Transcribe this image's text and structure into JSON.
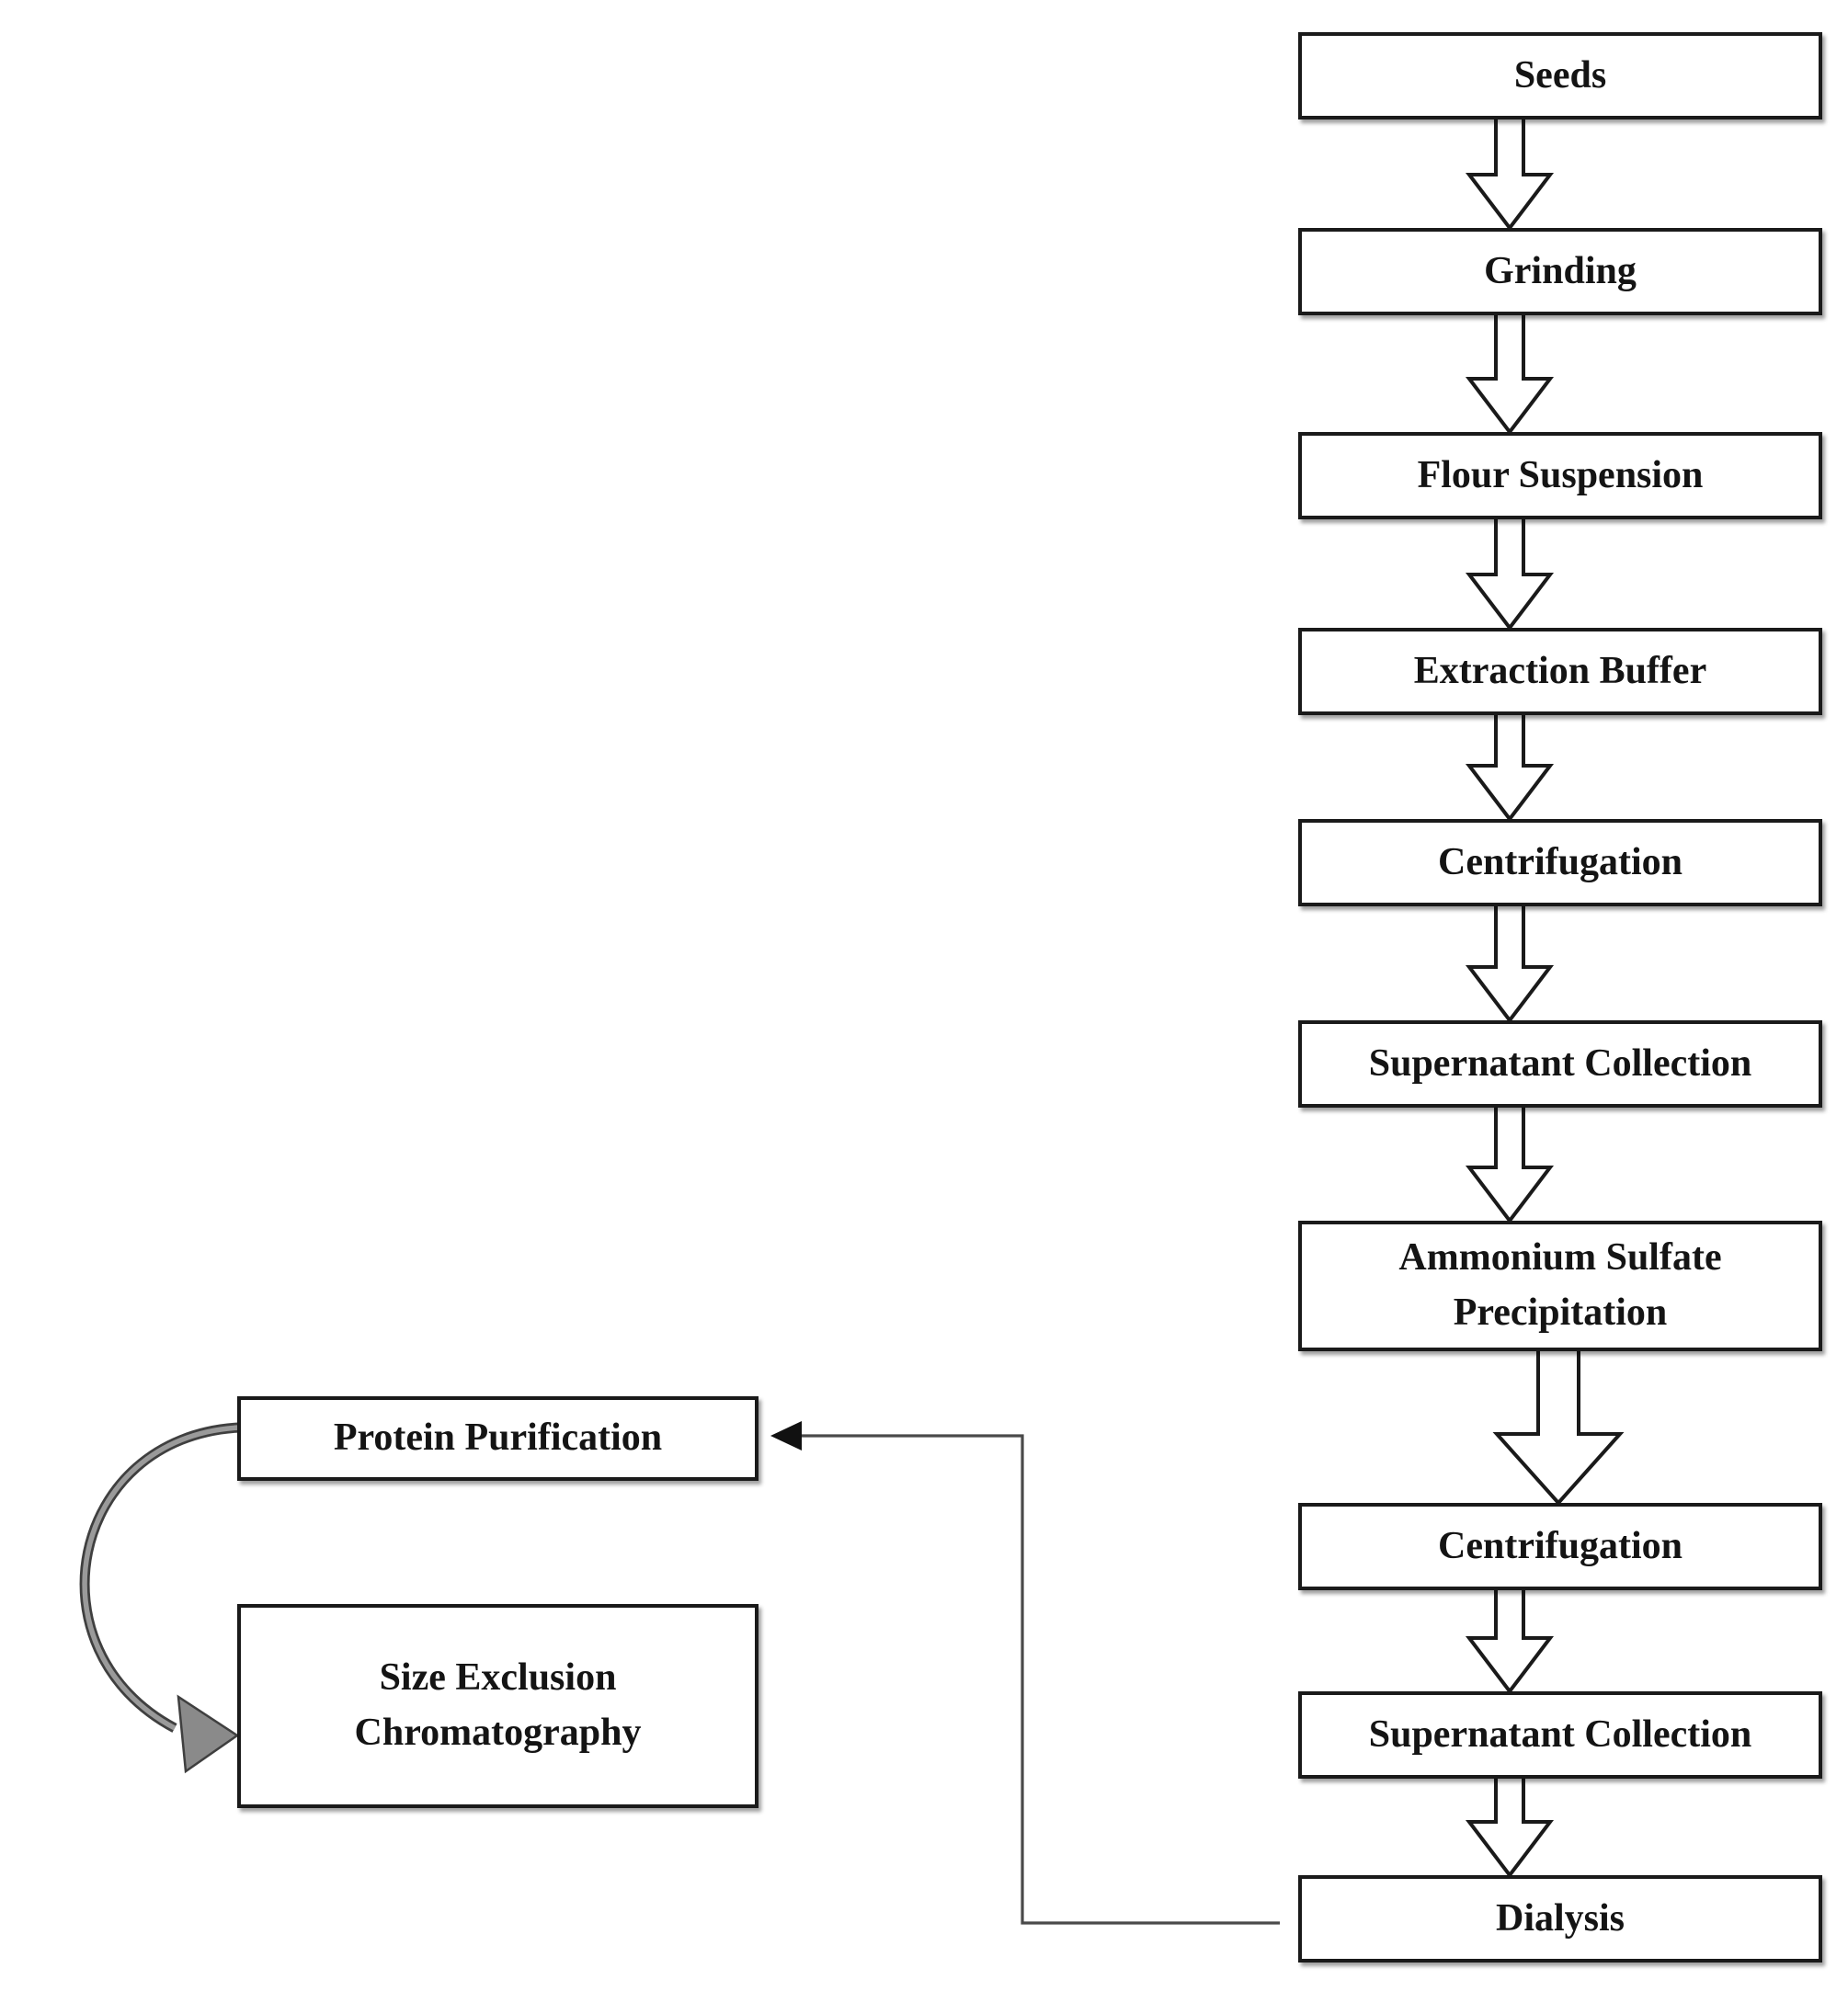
{
  "flow": {
    "main_steps": [
      "Seeds",
      "Grinding",
      "Flour Suspension",
      "Extraction Buffer",
      "Centrifugation",
      "Supernatant Collection",
      "Ammonium Sulfate Precipitation",
      "Centrifugation",
      "Supernatant Collection",
      "Dialysis"
    ],
    "side_steps": [
      "Protein Purification",
      "Size Exclusion Chromatography"
    ],
    "edges": [
      {
        "from": "Seeds",
        "to": "Grinding",
        "style": "block-arrow-down"
      },
      {
        "from": "Grinding",
        "to": "Flour Suspension",
        "style": "block-arrow-down"
      },
      {
        "from": "Flour Suspension",
        "to": "Extraction Buffer",
        "style": "block-arrow-down"
      },
      {
        "from": "Extraction Buffer",
        "to": "Centrifugation",
        "style": "block-arrow-down"
      },
      {
        "from": "Centrifugation",
        "to": "Supernatant Collection",
        "style": "block-arrow-down"
      },
      {
        "from": "Supernatant Collection",
        "to": "Ammonium Sulfate Precipitation",
        "style": "block-arrow-down"
      },
      {
        "from": "Ammonium Sulfate Precipitation",
        "to": "Centrifugation",
        "style": "block-arrow-down-large"
      },
      {
        "from": "Centrifugation",
        "to": "Supernatant Collection",
        "style": "block-arrow-down"
      },
      {
        "from": "Supernatant Collection",
        "to": "Dialysis",
        "style": "block-arrow-down"
      },
      {
        "from": "Dialysis",
        "to": "Protein Purification",
        "style": "thin-elbow-arrow-left"
      },
      {
        "from": "Protein Purification",
        "to": "Size Exclusion Chromatography",
        "style": "curved-gray-arrow"
      }
    ],
    "colors": {
      "box_border": "#1a1a1a",
      "box_fill": "#ffffff",
      "text": "#141414",
      "thin_connector": "#4a4a4a",
      "thin_arrowhead": "#111111",
      "curved_arrow_outline": "#3f3f3f",
      "curved_arrow_fill": "#9a9a9a",
      "curved_arrowhead_fill": "#8a8a8a"
    }
  }
}
